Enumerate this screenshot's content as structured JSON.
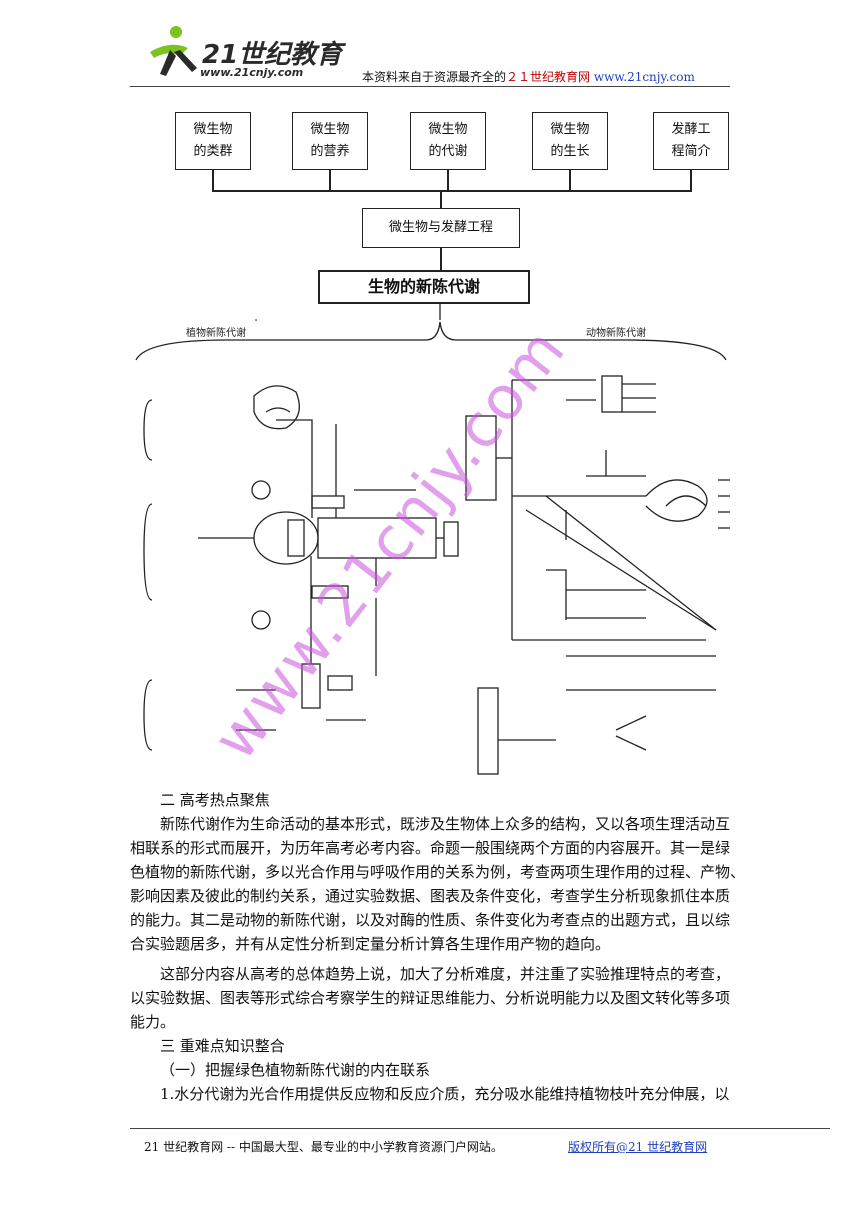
{
  "header": {
    "logo_text": "21世纪教育",
    "logo_url": "www.21cnjy.com",
    "note_prefix": "本资料来自于资源最齐全的",
    "note_brand": "２１世纪教育网",
    "note_url": "www.21cnjy.com"
  },
  "map": {
    "topics": [
      "微生物\n的类群",
      "微生物\n的营养",
      "微生物\n的代谢",
      "微生物\n的生长",
      "发酵工\n程简介"
    ],
    "hub": "微生物与发酵工程",
    "main": "生物的新陈代谢",
    "branch_left": "植物新陈代谢",
    "branch_right": "动物新陈代谢"
  },
  "watermark": "www.21cnjy.com",
  "body": {
    "section2_heading": "二  高考热点聚焦",
    "p1_lines": [
      "新陈代谢作为生命活动的基本形式，既涉及生物体上众多的结构，又以各项生理活动互",
      "相联系的形式而展开，为历年高考必考内容。命题一般围绕两个方面的内容展开。其一是绿",
      "色植物的新陈代谢，多以光合作用与呼吸作用的关系为例，考查两项生理作用的过程、产物、",
      "影响因素及彼此的制约关系，通过实验数据、图表及条件变化，考查学生分析现象抓住本质",
      "的能力。其二是动物的新陈代谢，以及对酶的性质、条件变化为考查点的出题方式，且以综",
      "合实验题居多，并有从定性分析到定量分析计算各生理作用产物的趋向。"
    ],
    "p2_lines": [
      "这部分内容从高考的总体趋势上说，加大了分析难度，并注重了实验推理特点的考查，",
      "以实验数据、图表等形式综合考察学生的辩证思维能力、分析说明能力以及图文转化等多项",
      "能力。"
    ],
    "section3_heading": "三  重难点知识整合",
    "sub1": "（一）把握绿色植物新陈代谢的内在联系",
    "p3_line": "1.水分代谢为光合作用提供反应物和反应介质，充分吸水能维持植物枝叶充分伸展，以"
  },
  "footer": {
    "left": "21 世纪教育网  --  中国最大型、最专业的中小学教育资源门户网站。",
    "right": "版权所有@21 世纪教育网"
  }
}
